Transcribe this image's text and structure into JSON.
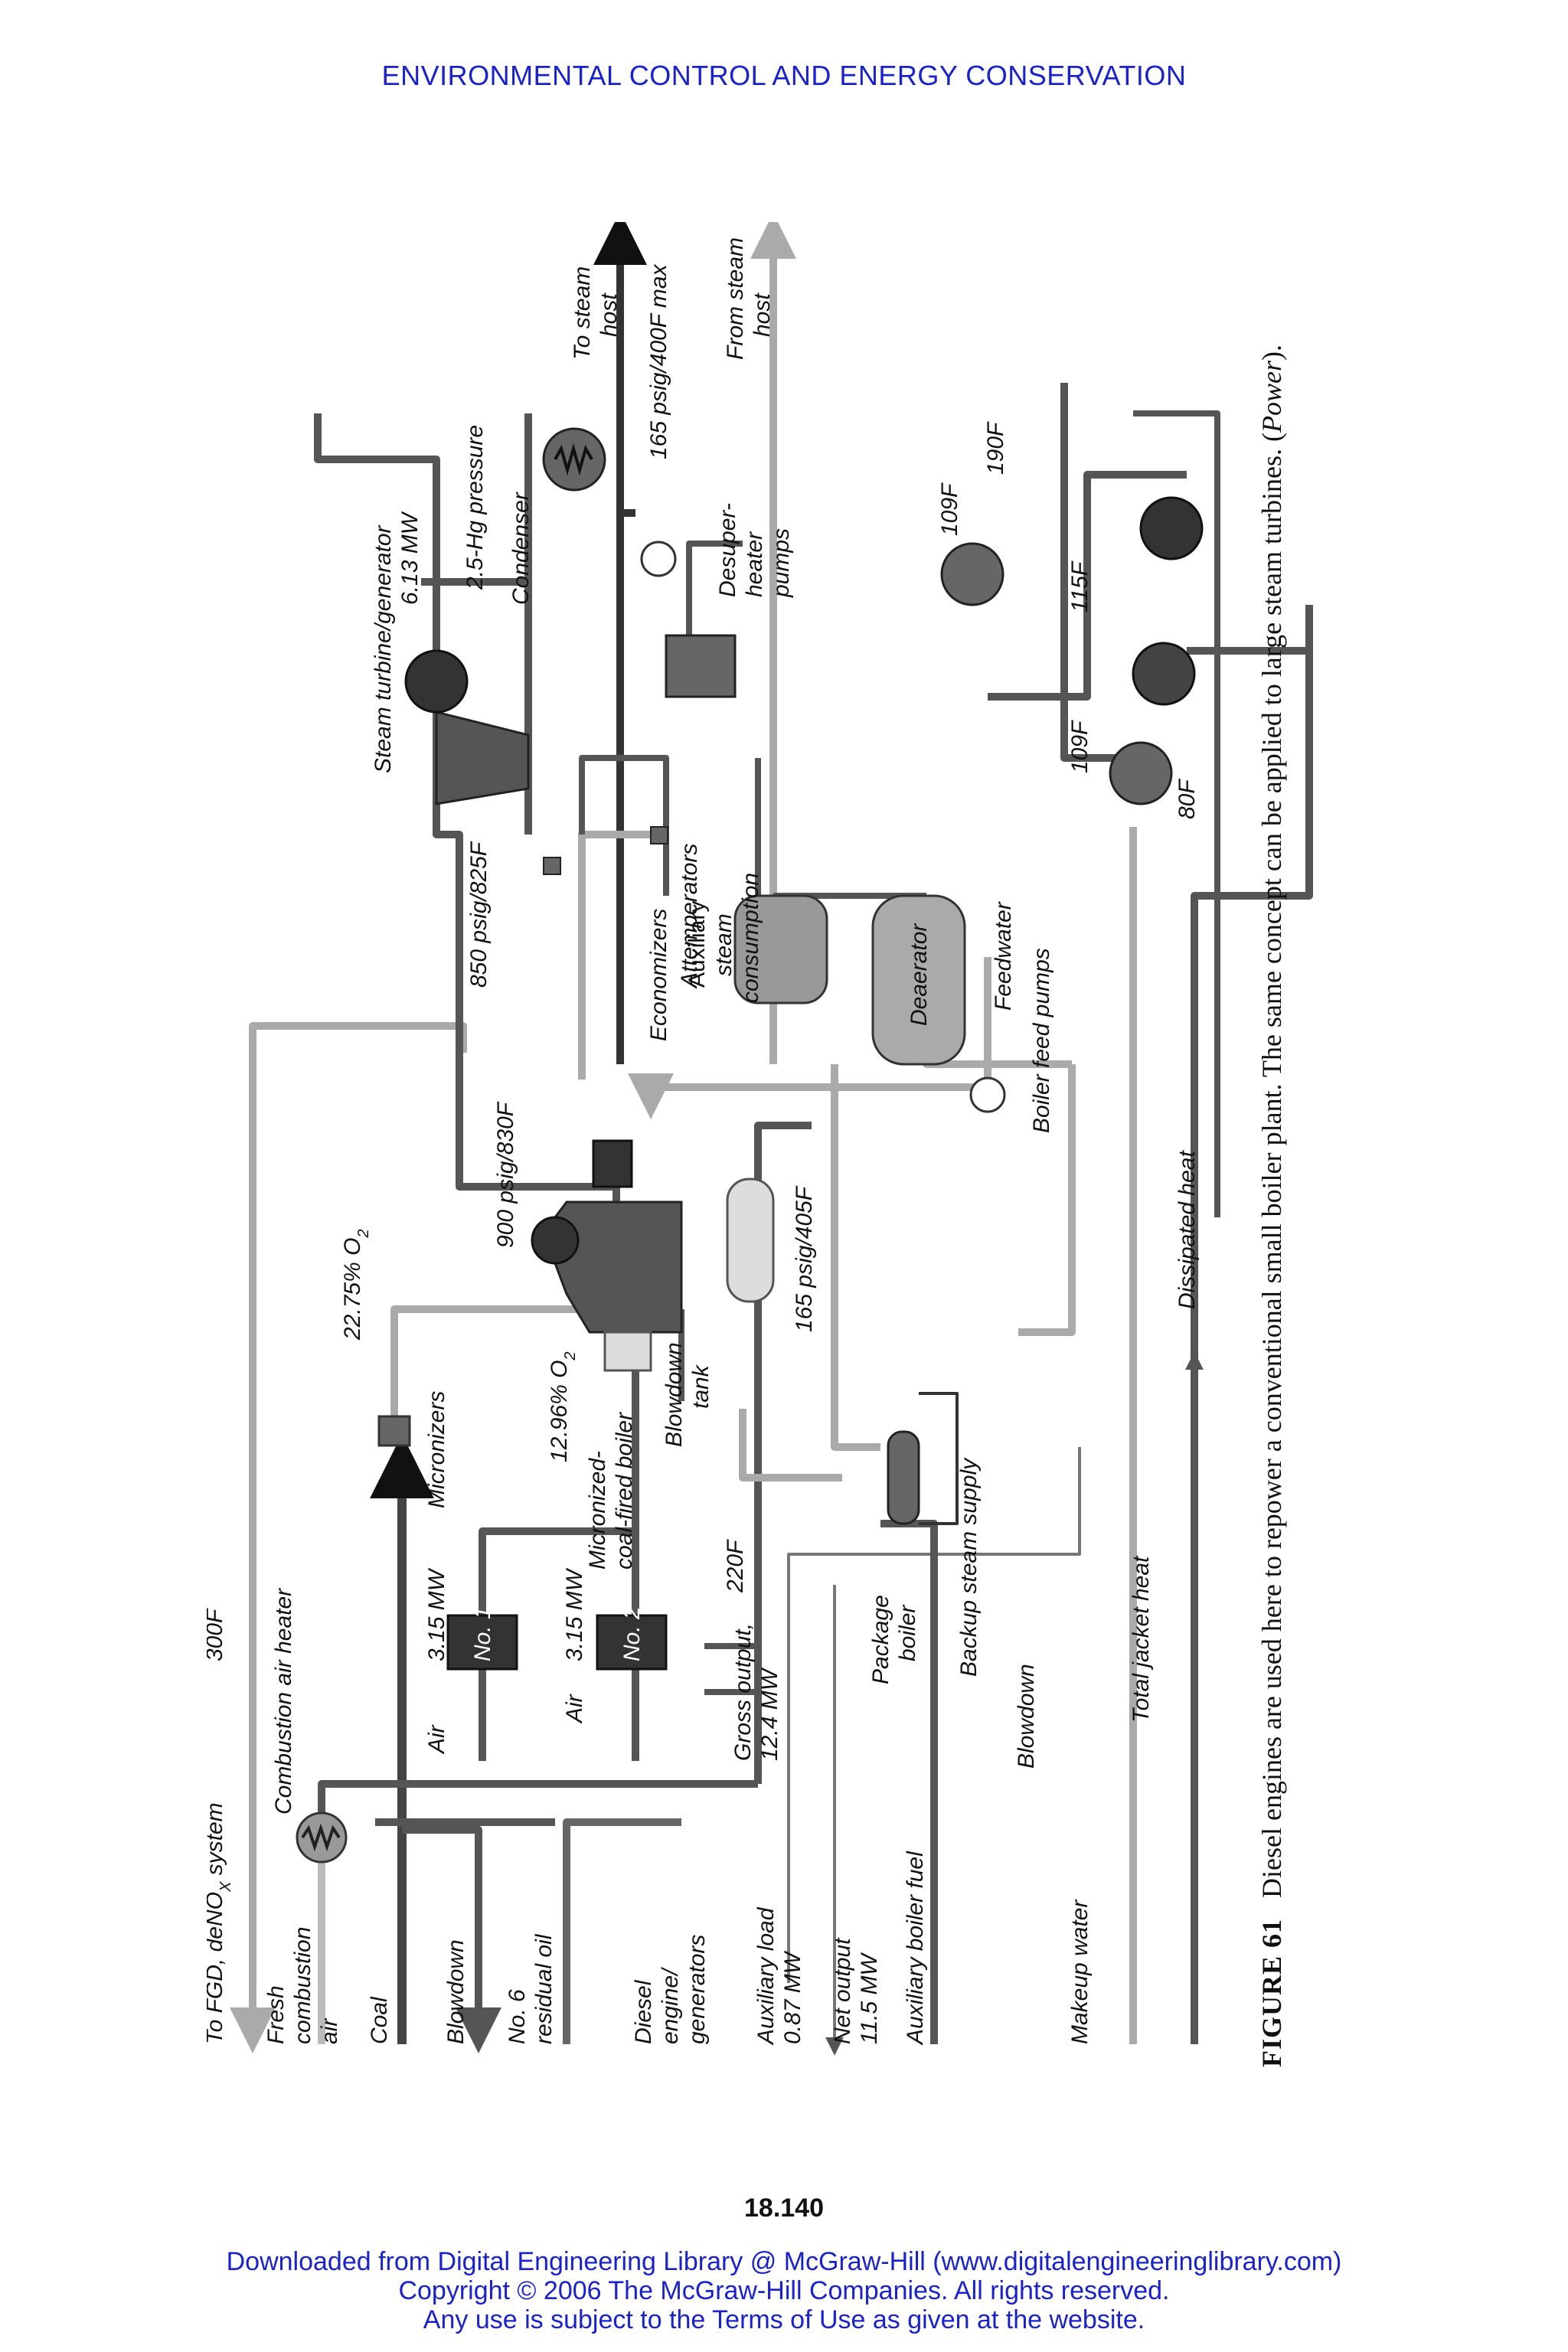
{
  "header": {
    "title": "ENVIRONMENTAL CONTROL AND ENERGY CONSERVATION"
  },
  "diagram": {
    "labels": {
      "to_fgd": "To FGD, deNO",
      "to_fgd_sub": "X",
      "to_fgd_tail": " system",
      "temp_300f": "300F",
      "combustion_air_heater": "Combustion air heater",
      "fresh_air_1": "Fresh",
      "fresh_air_2": "combustion",
      "fresh_air_3": "air",
      "coal": "Coal",
      "blowdown_left": "Blowdown",
      "no6_1": "No. 6",
      "no6_2": "residual oil",
      "o2_22": "22.75% O",
      "o2_sub": "2",
      "air_1": "Air",
      "mw_315_1": "3.15 MW",
      "micronizers": "Micronizers",
      "o2_12": "12.96% O",
      "air_2": "Air",
      "mw_315_2": "3.15 MW",
      "engine_no1": "No. 1",
      "engine_no2": "No. 2",
      "diesel_1": "Diesel",
      "diesel_2": "engine/",
      "diesel_3": "generators",
      "psig_900": "900 psig/830F",
      "boiler_1": "Micronized-",
      "boiler_2": "coal-fired boiler",
      "blowdown_tank_1": "Blowdown",
      "blowdown_tank_2": "tank",
      "temp_220f": "220F",
      "gross_1": "Gross output,",
      "gross_2": "12.4 MW",
      "aux_load_1": "Auxiliary load",
      "aux_load_2": "0.87 MW",
      "net_1": "Net output",
      "net_2": "11.5 MW",
      "aux_fuel": "Auxiliary boiler fuel",
      "makeup": "Makeup water",
      "psig_850": "850 psig/825F",
      "economizers": "Economizers",
      "attemperators": "Attemperators",
      "psig_165_405": "165 psig/405F",
      "package_1": "Package",
      "package_2": "boiler",
      "backup": "Backup steam supply",
      "blowdown_right": "Blowdown",
      "total_jacket": "Total jacket heat",
      "steam_turbine": "Steam turbine/generator",
      "mw_613": "6.13 MW",
      "hg_pressure": "2.5-Hg pressure",
      "condenser": "Condenser",
      "aux_steam_1": "Auxiliary",
      "aux_steam_2": "steam",
      "aux_steam_3": "consumption",
      "deaerator": "Deaerator",
      "feedwater": "Feedwater",
      "boiler_feed": "Boiler feed pumps",
      "dissipated": "Dissipated heat",
      "desuper_1": "Desuper-",
      "desuper_2": "heater",
      "desuper_3": "pumps",
      "temp_109f_a": "109F",
      "temp_109f_b": "109F",
      "temp_115f": "115F",
      "temp_190f": "190F",
      "temp_80f": "80F",
      "to_host_1": "To steam",
      "to_host_2": "host",
      "psig_165_400": "165 psig/400F max",
      "from_host_1": "From steam",
      "from_host_2": "host"
    }
  },
  "caption": {
    "figure": "FIGURE 61",
    "text": "Diesel engines are used here to repower a conventional small boiler plant. The same concept can be applied to large steam turbines. (",
    "source": "Power",
    "end": ")."
  },
  "page_number": "18.140",
  "footer": {
    "line1": "Downloaded from Digital Engineering Library @ McGraw-Hill (www.digitalengineeringlibrary.com)",
    "line2": "Copyright © 2006 The McGraw-Hill Companies. All rights reserved.",
    "line3": "Any use is subject to the Terms of Use as given at the website."
  }
}
